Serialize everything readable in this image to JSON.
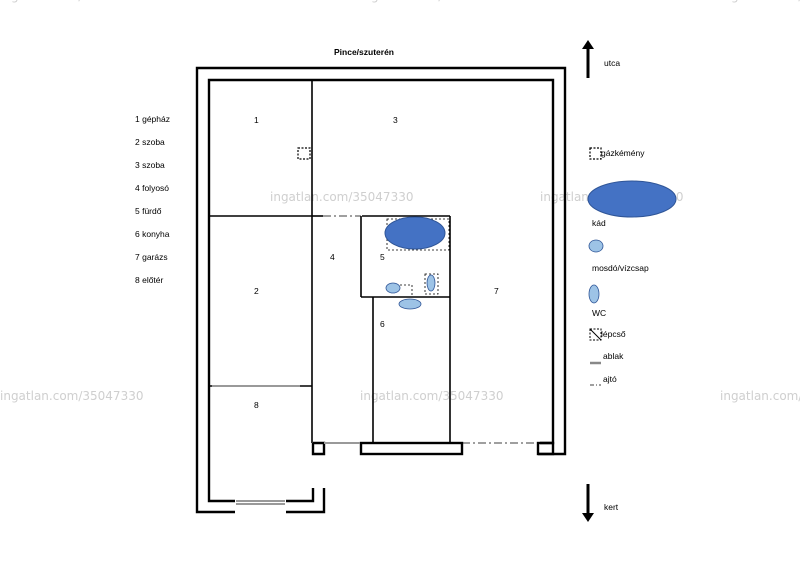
{
  "title": "Pince/szuterén",
  "directions": {
    "top": "utca",
    "bottom": "kert"
  },
  "rooms": [
    {
      "num": "1",
      "name": "gépház"
    },
    {
      "num": "2",
      "name": "szoba"
    },
    {
      "num": "3",
      "name": "szoba"
    },
    {
      "num": "4",
      "name": "folyosó"
    },
    {
      "num": "5",
      "name": "fürdő"
    },
    {
      "num": "6",
      "name": "konyha"
    },
    {
      "num": "7",
      "name": "garázs"
    },
    {
      "num": "8",
      "name": "előtér"
    }
  ],
  "room_list": [
    "1 gépház",
    "2 szoba",
    "3 szoba",
    "4 folyosó",
    "5 fürdő",
    "6 konyha",
    "7 garázs",
    "8 előtér"
  ],
  "legend": {
    "chimney": "gázkémény",
    "bathtub": "kád",
    "sink": "mosdó/vízcsap",
    "wc": "WC",
    "stairs": "lépcső",
    "window": "ablak",
    "door": "ajtó"
  },
  "watermark": "ingatlan.com/35047330",
  "colors": {
    "bathtub": "#4472c4",
    "fixture": "#9dc3e6",
    "wall": "#000000",
    "window": "#888888"
  }
}
